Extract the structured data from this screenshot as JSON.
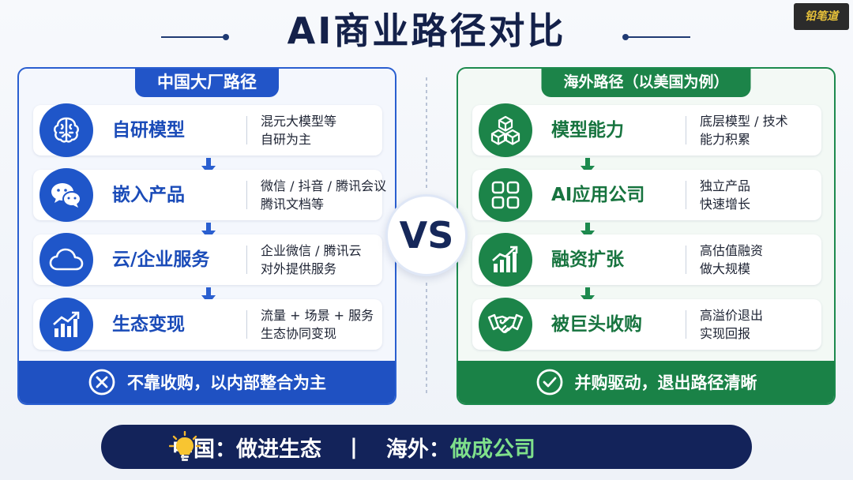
{
  "title": "AI商业路径对比",
  "logo_text": "铅笔道",
  "vs_label": "VS",
  "china": {
    "header": "中国大厂路径",
    "rows": [
      {
        "label": "自研模型",
        "desc_1": "混元大模型等",
        "desc_2": "自研为主",
        "icon": "brain-icon"
      },
      {
        "label": "嵌入产品",
        "desc_1": "微信 / 抖音 / 腾讯会议",
        "desc_2": "腾讯文档等",
        "icon": "wechat-icon"
      },
      {
        "label": "云/企业服务",
        "desc_1": "企业微信 / 腾讯云",
        "desc_2": "对外提供服务",
        "icon": "cloud-icon"
      },
      {
        "label": "生态变现",
        "desc_1": "流量 + 场景 + 服务",
        "desc_2": "生态协同变现",
        "icon": "chart-growth-icon"
      }
    ],
    "footer": "不靠收购，以内部整合为主",
    "accent": "#2255c8"
  },
  "overseas": {
    "header": "海外路径（以美国为例）",
    "rows": [
      {
        "label": "模型能力",
        "desc_1": "底层模型 / 技术",
        "desc_2": "能力积累",
        "icon": "cubes-icon"
      },
      {
        "label": "AI应用公司",
        "desc_1": "独立产品",
        "desc_2": "快速增长",
        "icon": "grid-apps-icon"
      },
      {
        "label": "融资扩张",
        "desc_1": "高估值融资",
        "desc_2": "做大规模",
        "icon": "bar-growth-icon"
      },
      {
        "label": "被巨头收购",
        "desc_1": "高溢价退出",
        "desc_2": "实现回报",
        "icon": "handshake-icon"
      }
    ],
    "footer": "并购驱动，退出路径清晰",
    "accent": "#1c8449"
  },
  "bottom": {
    "china_label": "中国：",
    "china_value": "做进生态",
    "separator": "|",
    "overseas_label": "海外：",
    "overseas_value": "做成公司"
  }
}
